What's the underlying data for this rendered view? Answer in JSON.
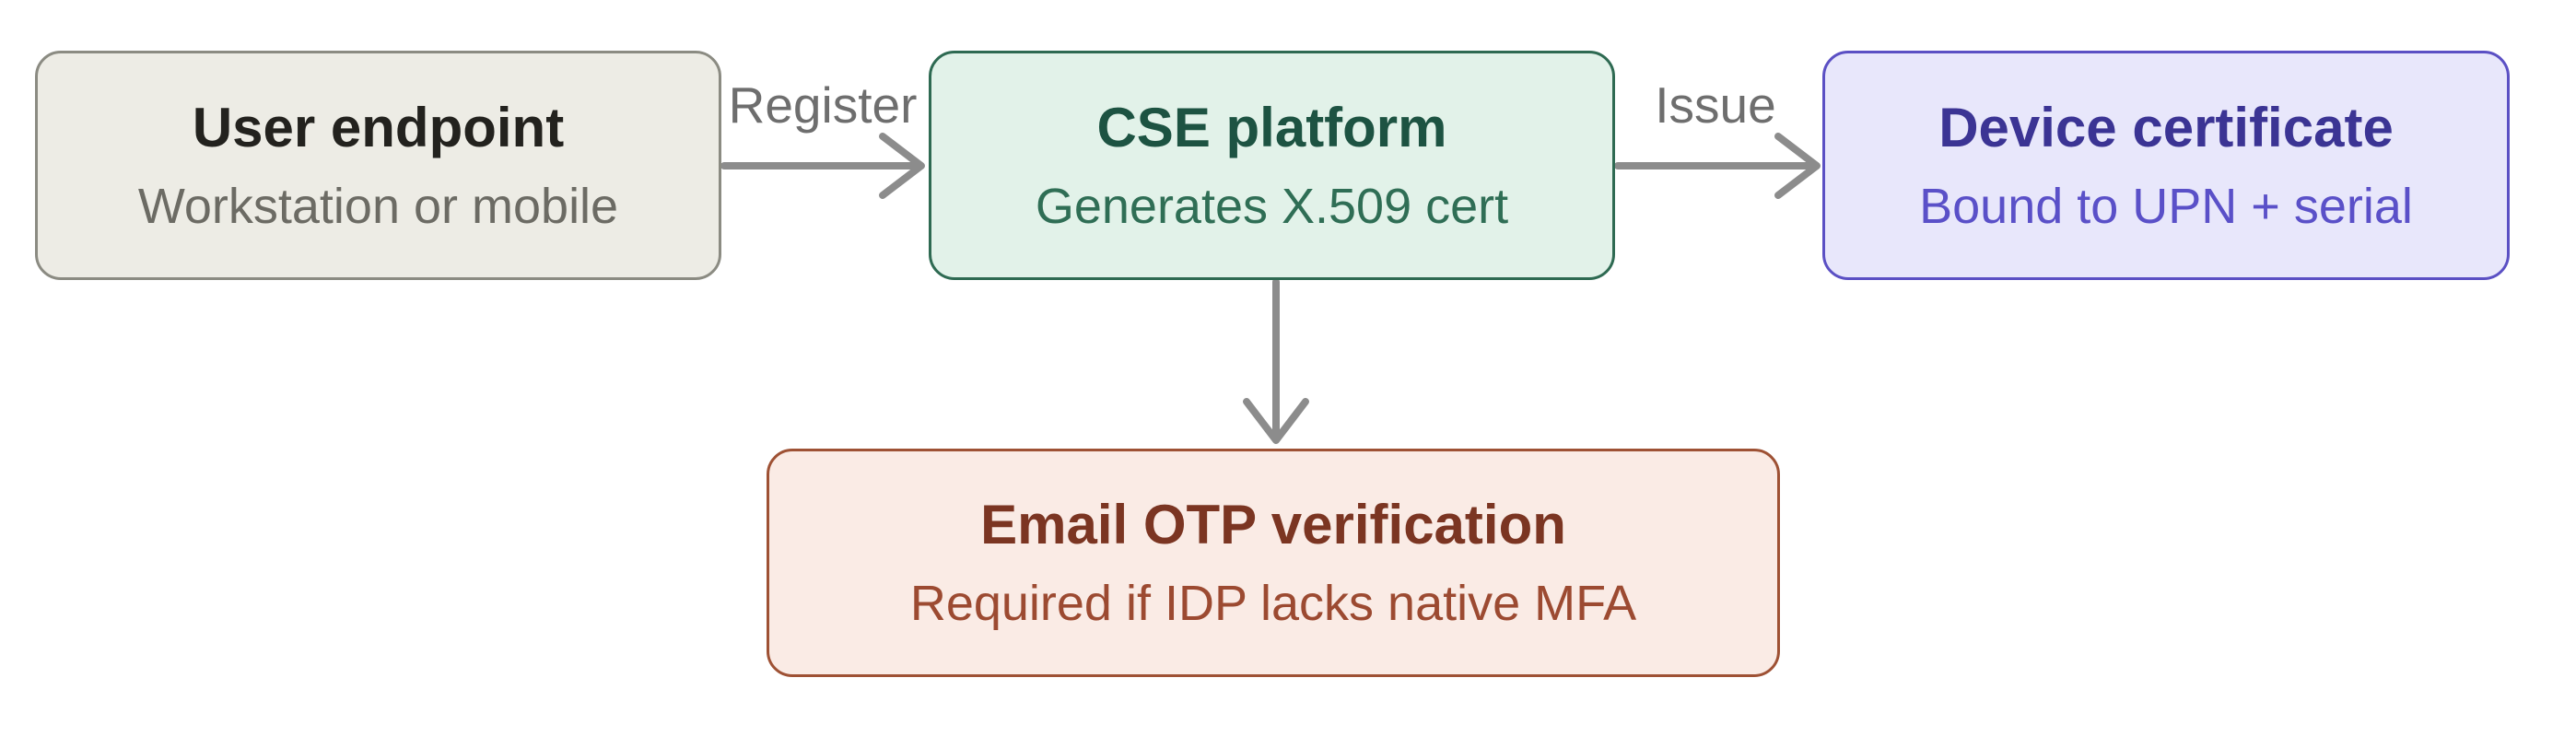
{
  "diagram": {
    "background": "#ffffff",
    "arrow_color": "#8c8c8c",
    "edge_label_color": "#6e6e6e",
    "nodes": [
      {
        "id": "user-endpoint",
        "title": "User endpoint",
        "subtitle": "Workstation or mobile",
        "colors": {
          "fill": "#edece5",
          "border": "#8b8b82",
          "title": "#23221e",
          "subtitle": "#6c6b64"
        }
      },
      {
        "id": "cse-platform",
        "title": "CSE platform",
        "subtitle": "Generates X.509 cert",
        "colors": {
          "fill": "#e2f2e9",
          "border": "#2e6a52",
          "title": "#1d5342",
          "subtitle": "#2f6e55"
        }
      },
      {
        "id": "device-certificate",
        "title": "Device certificate",
        "subtitle": "Bound to UPN + serial",
        "colors": {
          "fill": "#e8e7fb",
          "border": "#5b50c4",
          "title": "#3b3494",
          "subtitle": "#5a50c8"
        }
      },
      {
        "id": "email-otp-verification",
        "title": "Email OTP verification",
        "subtitle": "Required if IDP lacks native MFA",
        "colors": {
          "fill": "#faebe5",
          "border": "#9e5134",
          "title": "#7b3522",
          "subtitle": "#9c4a31"
        }
      }
    ],
    "edges": [
      {
        "from": "user-endpoint",
        "to": "cse-platform",
        "label": "Register"
      },
      {
        "from": "cse-platform",
        "to": "device-certificate",
        "label": "Issue"
      },
      {
        "from": "cse-platform",
        "to": "email-otp-verification",
        "label": ""
      }
    ]
  }
}
